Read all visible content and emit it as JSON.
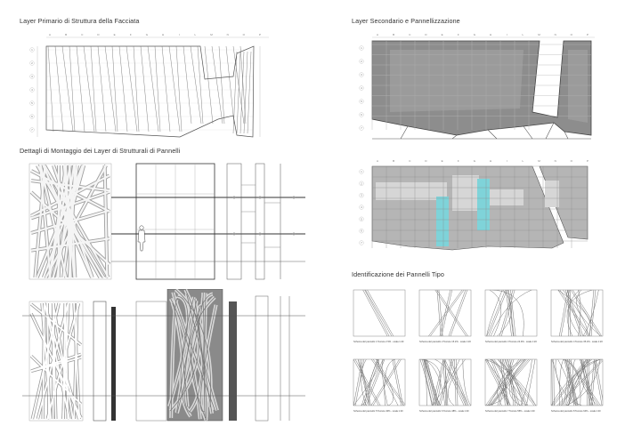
{
  "sections": {
    "primary_structure": "Layer Primario di Struttura della Facciata",
    "assembly_details": "Dettagli di Montaggio dei Layer di Strutturali di Pannelli",
    "secondary_layer": "Layer Secondario e Pannellizzazione",
    "panel_types": "Identificazione dei Pannelli Tipo"
  },
  "grid_letters": [
    "A",
    "B",
    "C",
    "D",
    "E",
    "F",
    "G",
    "H",
    "I",
    "L",
    "M",
    "N",
    "O",
    "P"
  ],
  "grid_numbers": [
    "1",
    "2",
    "3",
    "4",
    "5",
    "6",
    "7"
  ],
  "panel_captions": [
    "Schema del pannello 1 Texture 2.5% - scala 1:20",
    "Schema del pannello 2 Texture 15.2% - scala 1:20",
    "Schema del pannello 3 Texture 24.9% - scala 1:20",
    "Schema del pannello 4 Texture 35.2% - scala 1:20",
    "Schema del pannello 5 Texture 40% - scala 1:20",
    "Schema del pannello 6 Texture 48% - scala 1:20",
    "Schema del pannello 7 Texture 55% - scala 1:20",
    "Schema del pannello 8 Texture 64% - scala 1:20"
  ],
  "colors": {
    "panel_dark": "#8d8d8d",
    "panel_mid": "#b5b5b5",
    "panel_light": "#d6d6d6",
    "highlight": "#7fd3d9",
    "line": "#555555"
  }
}
